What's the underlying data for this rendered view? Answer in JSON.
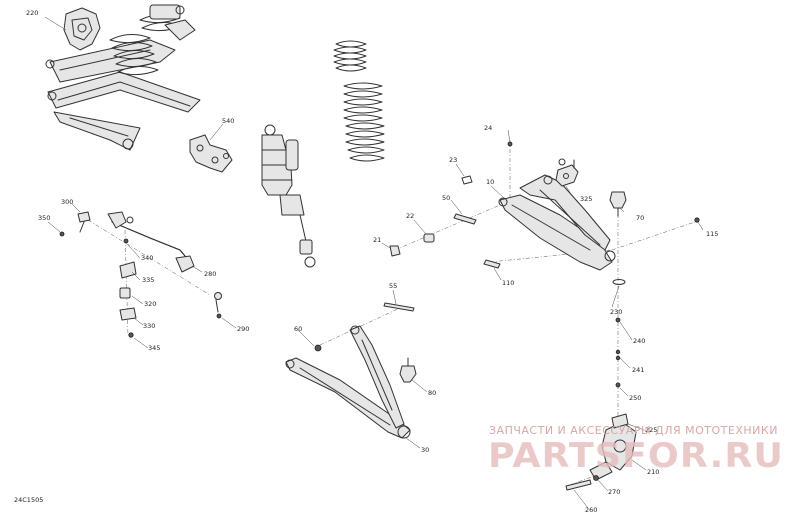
{
  "diagram": {
    "code": "24C1505",
    "watermark": {
      "subtitle": "ЗАПЧАСТИ И АКСЕССУАРЫ ДЛЯ МОТОТЕХНИКИ",
      "brand": "PARTSFOR.RU"
    },
    "labels": {
      "p220": "220",
      "p540": "540",
      "p24": "24",
      "p23": "23",
      "p10": "10",
      "p325": "325",
      "p50": "50",
      "p70": "70",
      "p22": "22",
      "p115": "115",
      "p21": "21",
      "p110": "110",
      "p300": "300",
      "p350": "350",
      "p340": "340",
      "p335": "335",
      "p280": "280",
      "p320": "320",
      "p330": "330",
      "p290": "290",
      "p345": "345",
      "p55": "55",
      "p230": "230",
      "p60": "60",
      "p240": "240",
      "p241": "241",
      "p80": "80",
      "p250": "250",
      "p225": "225",
      "p30": "30",
      "p210": "210",
      "p270": "270",
      "p260": "260"
    }
  }
}
